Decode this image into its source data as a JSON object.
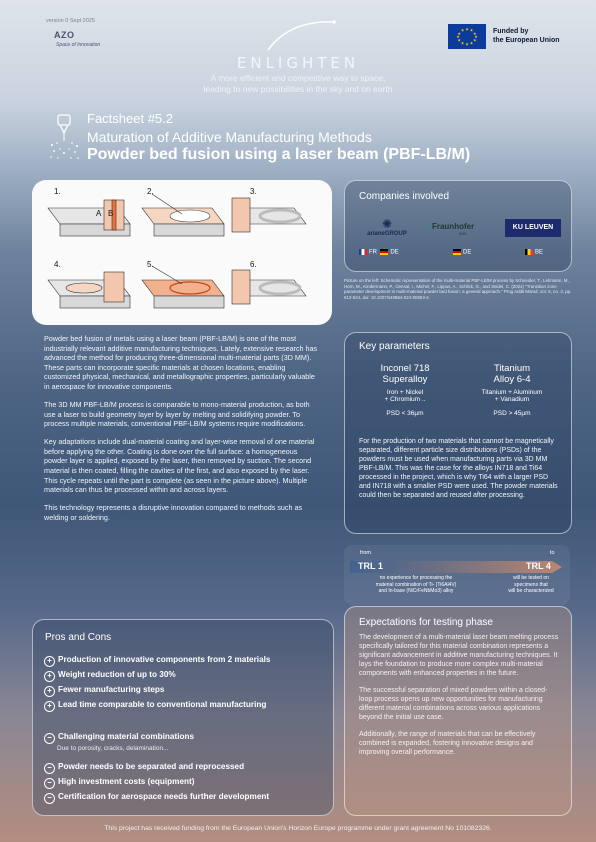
{
  "header": {
    "version": "version 0   Sept 2025",
    "azo": "AZO",
    "azo_tagline": "Space of Innovation",
    "brand": "ENLIGHTEN",
    "tagline_line1": "A more efficient and competitive way to space,",
    "tagline_line2": "leading to new possibilities in the sky and on earth",
    "eu_funded_line1": "Funded by",
    "eu_funded_line2": "the European Union"
  },
  "factsheet": {
    "number": "Factsheet #5.2",
    "subtitle": "Maturation of Additive Manufacturing Methods",
    "title": "Powder bed fusion using a laser beam (PBF-LB/M)"
  },
  "figure": {
    "steps": [
      "1.",
      "2.",
      "3.",
      "4.",
      "5.",
      "6."
    ],
    "label_a": "A",
    "label_b": "B"
  },
  "body": {
    "p1": "Powder bed fusion of metals using a laser beam (PBF-LB/M) is one of the most industrially relevant additive manufacturing techniques. Lately, extensive research has advanced the method for producing three-dimensional multi-material parts (3D MM). These parts can incorporate specific materials at chosen locations, enabling customized physical, mechanical, and metallographic properties, particularly valuable in aerospace for innovative components.",
    "p2": "The 3D MM PBF-LB/M process is comparable to mono-material production, as both use a laser to build geometry layer by layer by melting and solidifying powder. To process multiple materials, conventional PBF-LB/M systems require modifications.",
    "p3": "Key adaptations include dual-material coating and layer-wise removal of one material before applying the other. Coating is done over the full surface: a homogeneous powder layer is applied, exposed by the laser, then removed by suction. The second material is then coated, filling the cavities of the first, and also exposed by the laser. This cycle repeats until the part is complete (as seen in the picture above). Multiple materials can thus be processed within and across layers.",
    "p4": "This technology represents a disruptive innovation compared to methods such as welding or soldering."
  },
  "companies": {
    "heading": "Companies involved",
    "items": [
      {
        "name": "arianeGROUP",
        "country": "FR",
        "country2": "DE"
      },
      {
        "name": "Fraunhofer",
        "sub": "IWS",
        "country": "DE"
      },
      {
        "name": "KU LEUVEN",
        "country": "BE"
      }
    ]
  },
  "caption": {
    "text": "Picture on the left: Schematic representation of the multi-material PBF-LB/M process by Schneider, T., Lehmann, M., Horn, M., Kindermann, P., Üensal, I., Michel, F., Lippus, A., Schlick, G., and Seidel, C. (2024) \"Transition zone parameter development in multi-material powder bed fusion: a general approach.\" Prog Addit Manuf, vol. 9, no. 3, pp. 613-624, doi: 10.1007/s40964-024-00653-4."
  },
  "key_parameters": {
    "heading": "Key parameters",
    "col1": {
      "name1": "Inconel 718",
      "name2": "Superalloy",
      "comp1": "Iron + Nickel",
      "comp2": "+ Chromium ..",
      "psd": "PSD < 36µm"
    },
    "col2": {
      "name1": "Titanium",
      "name2": "Alloy 6-4",
      "comp1": "Titanium + Aluminum",
      "comp2": "+ Vanadium",
      "psd": "PSD > 45µm"
    },
    "text": "For the production of two materials that cannot be magnetically separated, different particle size distributions (PSDs) of the powders must be used when manufacturing parts via 3D MM PBF-LB/M. This was the case for the alloys IN718 and Ti64 processed in the project, which is why Ti64 with a larger PSD and IN718 with a smaller PSD were used. The powder materials could then be separated and reused after processing."
  },
  "trl": {
    "from_label": "from",
    "to_label": "to",
    "from": "TRL 1",
    "to": "TRL 4",
    "from_desc1": "no experience for processing the",
    "from_desc2": "material combination of Ti- (Ti6Al4V)",
    "from_desc3": "and In-base (NiCrFeNbMo3) alloy",
    "to_desc1": "will be tested on",
    "to_desc2": "specimens that",
    "to_desc3": "will be characterized"
  },
  "pros_cons": {
    "heading": "Pros and Cons",
    "pros": [
      "Production of innovative components from 2 materials",
      "Weight reduction of up to 30%",
      "Fewer manufacturing steps",
      "Lead time comparable to conventional manufacturing"
    ],
    "cons": [
      "Challenging material combinations",
      "Powder needs to be separated and reprocessed",
      "High investment costs (equipment)",
      "Certification for aerospace needs further development"
    ],
    "con_note": "Due to porosity, cracks, delamination...",
    "plus": "+",
    "minus": "−"
  },
  "expectations": {
    "heading": "Expectations for testing phase",
    "p1": "The development of a multi-material laser beam melting process specifically tailored for this material combination represents a significant advancement in additive manufacturing techniques. It lays the foundation to produce more complex multi-material components with enhanced properties in the future.",
    "p2": "The successful separation of mixed powders within a closed-loop process opens up new opportunities for manufacturing different material combinations across various applications beyond the initial use case.",
    "p3": "Additionally, the range of materials that can be effectively combined is expanded, fostering innovative designs and improving overall performance."
  },
  "footer": {
    "text": "This project has received funding from the European Union's Horizon Europe programme under grant agreement No 101082326."
  },
  "colors": {
    "accent_orange": "#e8733a",
    "eu_blue": "#0b3b9b",
    "eu_star": "#ffd200"
  }
}
